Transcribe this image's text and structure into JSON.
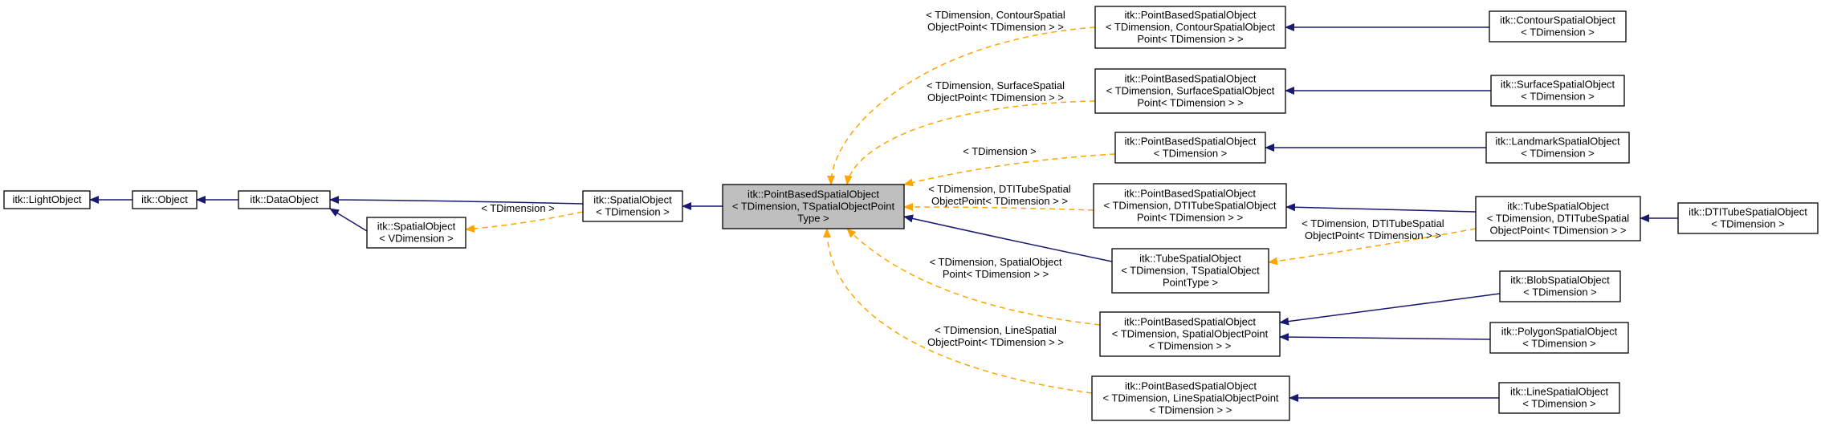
{
  "diagram": {
    "colors": {
      "inheritance": "#191970",
      "template": "#ffa500",
      "focus_fill": "#bfbfbf"
    },
    "nodes": [
      {
        "id": "lightobject",
        "lines": [
          "itk::LightObject"
        ]
      },
      {
        "id": "object",
        "lines": [
          "itk::Object"
        ]
      },
      {
        "id": "dataobject",
        "lines": [
          "itk::DataObject"
        ]
      },
      {
        "id": "spatialobject_v",
        "lines": [
          "itk::SpatialObject",
          "< VDimension >"
        ]
      },
      {
        "id": "spatialobject_t",
        "lines": [
          "itk::SpatialObject",
          "< TDimension >"
        ]
      },
      {
        "id": "pbso_main",
        "lines": [
          "itk::PointBasedSpatialObject",
          "< TDimension, TSpatialObjectPoint",
          "Type >"
        ]
      },
      {
        "id": "pbso_contour",
        "lines": [
          "itk::PointBasedSpatialObject",
          "< TDimension, ContourSpatialObject",
          "Point< TDimension > >"
        ]
      },
      {
        "id": "pbso_surface",
        "lines": [
          "itk::PointBasedSpatialObject",
          "< TDimension, SurfaceSpatialObject",
          "Point< TDimension > >"
        ]
      },
      {
        "id": "pbso_tdim",
        "lines": [
          "itk::PointBasedSpatialObject",
          "< TDimension >"
        ]
      },
      {
        "id": "pbso_dti",
        "lines": [
          "itk::PointBasedSpatialObject",
          "< TDimension, DTITubeSpatialObject",
          "Point< TDimension > >"
        ]
      },
      {
        "id": "tube_main",
        "lines": [
          "itk::TubeSpatialObject",
          "< TDimension, TSpatialObject",
          "PointType >"
        ]
      },
      {
        "id": "pbso_spatialpoint",
        "lines": [
          "itk::PointBasedSpatialObject",
          "< TDimension, SpatialObjectPoint",
          "< TDimension > >"
        ]
      },
      {
        "id": "pbso_line",
        "lines": [
          "itk::PointBasedSpatialObject",
          "< TDimension, LineSpatialObjectPoint",
          "< TDimension > >"
        ]
      },
      {
        "id": "contour",
        "lines": [
          "itk::ContourSpatialObject",
          "< TDimension >"
        ]
      },
      {
        "id": "surface",
        "lines": [
          "itk::SurfaceSpatialObject",
          "< TDimension >"
        ]
      },
      {
        "id": "landmark",
        "lines": [
          "itk::LandmarkSpatialObject",
          "< TDimension >"
        ]
      },
      {
        "id": "tube_dti",
        "lines": [
          "itk::TubeSpatialObject",
          "< TDimension, DTITubeSpatial",
          "ObjectPoint< TDimension > >"
        ]
      },
      {
        "id": "dtitube",
        "lines": [
          "itk::DTITubeSpatialObject",
          "< TDimension >"
        ]
      },
      {
        "id": "blob",
        "lines": [
          "itk::BlobSpatialObject",
          "< TDimension >"
        ]
      },
      {
        "id": "polygon",
        "lines": [
          "itk::PolygonSpatialObject",
          "< TDimension >"
        ]
      },
      {
        "id": "line",
        "lines": [
          "itk::LineSpatialObject",
          "< TDimension >"
        ]
      }
    ],
    "edges": [
      {
        "from": "object",
        "to": "lightobject",
        "kind": "inheritance"
      },
      {
        "from": "dataobject",
        "to": "object",
        "kind": "inheritance"
      },
      {
        "from": "spatialobject_t",
        "to": "dataobject",
        "kind": "inheritance"
      },
      {
        "from": "spatialobject_v",
        "to": "dataobject",
        "kind": "inheritance"
      },
      {
        "from": "spatialobject_t",
        "to": "spatialobject_v",
        "kind": "template",
        "label": [
          "< TDimension >"
        ]
      },
      {
        "from": "pbso_main",
        "to": "spatialobject_t",
        "kind": "inheritance"
      },
      {
        "from": "pbso_contour",
        "to": "pbso_main",
        "kind": "template",
        "label": [
          "< TDimension, ContourSpatial",
          "ObjectPoint< TDimension > >"
        ]
      },
      {
        "from": "pbso_surface",
        "to": "pbso_main",
        "kind": "template",
        "label": [
          "< TDimension, SurfaceSpatial",
          "ObjectPoint< TDimension > >"
        ]
      },
      {
        "from": "pbso_tdim",
        "to": "pbso_main",
        "kind": "template",
        "label": [
          "< TDimension >"
        ]
      },
      {
        "from": "pbso_dti",
        "to": "pbso_main",
        "kind": "template",
        "label": [
          "< TDimension, DTITubeSpatial",
          "ObjectPoint< TDimension > >"
        ]
      },
      {
        "from": "tube_main",
        "to": "pbso_main",
        "kind": "inheritance"
      },
      {
        "from": "pbso_spatialpoint",
        "to": "pbso_main",
        "kind": "template",
        "label": [
          "< TDimension, SpatialObject",
          "Point< TDimension > >"
        ]
      },
      {
        "from": "pbso_line",
        "to": "pbso_main",
        "kind": "template",
        "label": [
          "< TDimension, LineSpatial",
          "ObjectPoint< TDimension > >"
        ]
      },
      {
        "from": "contour",
        "to": "pbso_contour",
        "kind": "inheritance"
      },
      {
        "from": "surface",
        "to": "pbso_surface",
        "kind": "inheritance"
      },
      {
        "from": "landmark",
        "to": "pbso_tdim",
        "kind": "inheritance"
      },
      {
        "from": "tube_dti",
        "to": "pbso_dti",
        "kind": "inheritance"
      },
      {
        "from": "tube_dti",
        "to": "tube_main",
        "kind": "template",
        "label": [
          "< TDimension, DTITubeSpatial",
          "ObjectPoint< TDimension > >"
        ]
      },
      {
        "from": "dtitube",
        "to": "tube_dti",
        "kind": "inheritance"
      },
      {
        "from": "blob",
        "to": "pbso_spatialpoint",
        "kind": "inheritance"
      },
      {
        "from": "polygon",
        "to": "pbso_spatialpoint",
        "kind": "inheritance"
      },
      {
        "from": "line",
        "to": "pbso_line",
        "kind": "inheritance"
      }
    ]
  }
}
